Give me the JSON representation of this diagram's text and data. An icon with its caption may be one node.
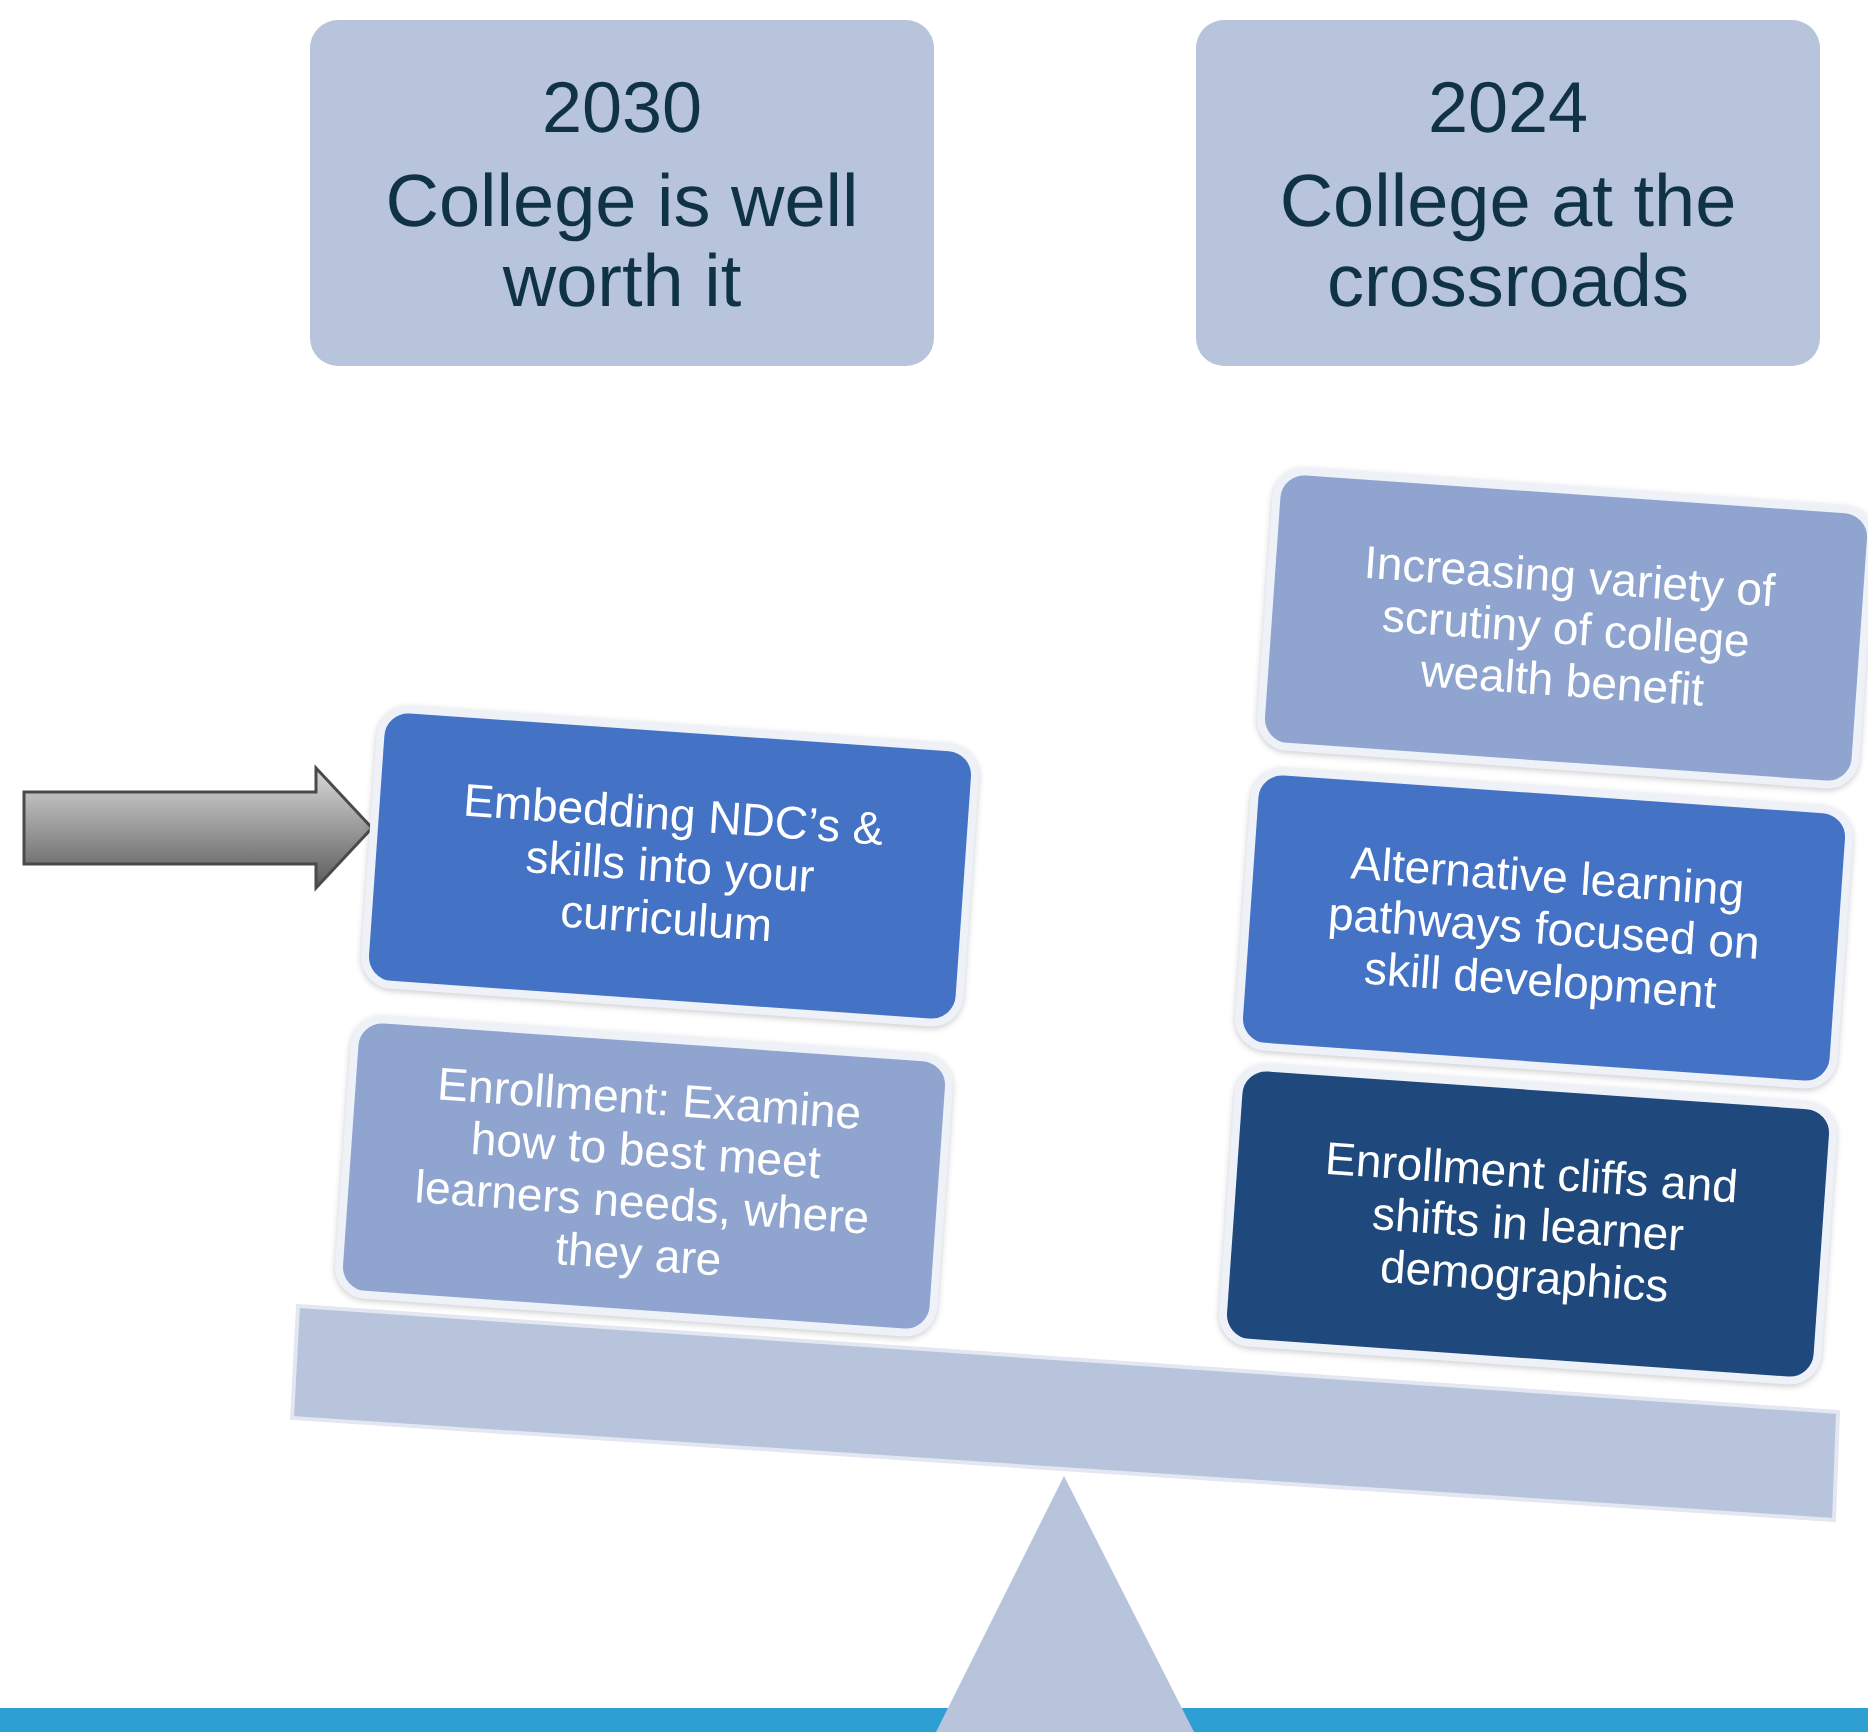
{
  "diagram": {
    "nodes": [
      {
        "text": [
          "2030",
          "College is well worth it"
        ]
      },
      {
        "text": [
          "2024",
          "College at the crossroads"
        ]
      },
      {
        "text": [
          "Embedding NDC’s & skills into your curriculum"
        ]
      },
      {
        "text": [
          "Enrollment: Examine how to best meet learners needs, where they are"
        ]
      },
      {
        "text": [
          "Increasing variety of scrutiny of college wealth benefit"
        ]
      },
      {
        "text": [
          "Alternative learning pathways focused on skill development"
        ]
      },
      {
        "text": [
          "Enrollment cliffs and shifts in learner demographics"
        ]
      }
    ],
    "edges": [
      {
        "from": null,
        "to": 2,
        "arrow": "to",
        "style": "thick"
      }
    ]
  }
}
